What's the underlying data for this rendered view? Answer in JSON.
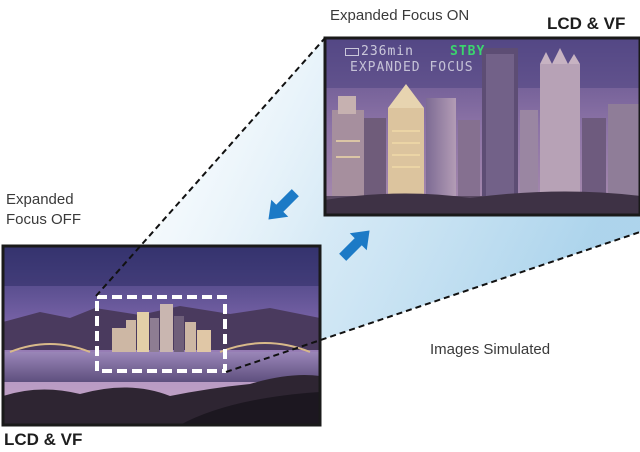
{
  "labels": {
    "expanded_on": "Expanded Focus ON",
    "lcd_vf_top": "LCD & VF",
    "expanded_off_line1": "Expanded",
    "expanded_off_line2": "Focus OFF",
    "lcd_vf_bottom": "LCD & VF",
    "images_simulated": "Images Simulated"
  },
  "osd": {
    "battery_time": "236min",
    "status": "STBY",
    "mode": "EXPANDED FOCUS"
  },
  "colors": {
    "arrow": "#1c7ac6",
    "osd_status": "#3bd56e",
    "osd_text": "#e8e8f0",
    "focus_box": "#ffffff",
    "dash_line": "#111111"
  }
}
